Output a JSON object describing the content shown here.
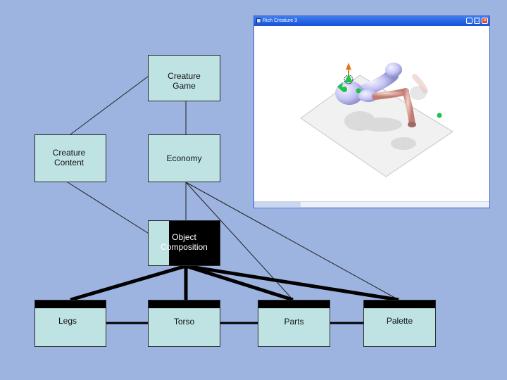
{
  "diagram": {
    "nodes": {
      "creature_game": "Creature\nGame",
      "creature_content": "Creature\nContent",
      "economy": "Economy",
      "object_composition": "Object\nComposition",
      "legs": "Legs",
      "torso": "Torso",
      "parts": "Parts",
      "palette": "Palette"
    }
  },
  "window": {
    "title": "Rich Creature 3",
    "buttons": {
      "minimize": "_",
      "maximize": "□",
      "close": "✕"
    }
  },
  "colors": {
    "background": "#9db3e0",
    "box_fill": "#bfe3e3",
    "creature_body": "#c8c8ff",
    "creature_limbs": "#e8a8a0",
    "handle_green": "#1fc14a",
    "handle_orange": "#e07a1e"
  }
}
